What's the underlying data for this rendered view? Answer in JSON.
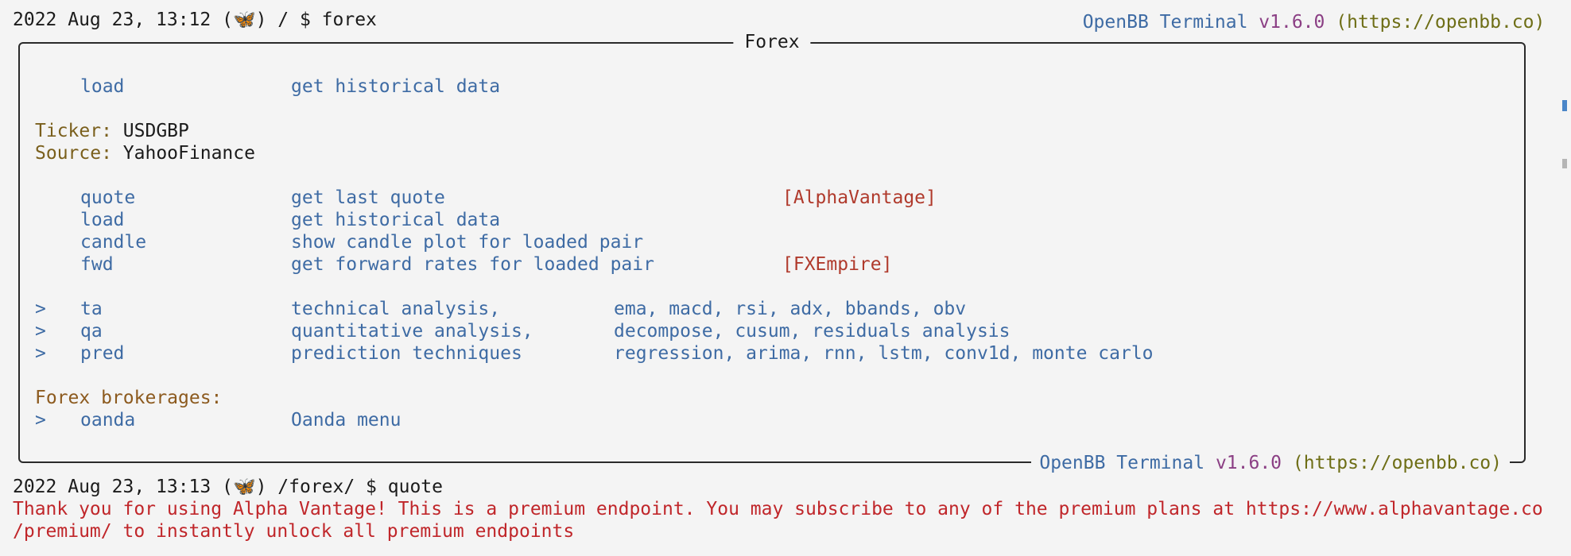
{
  "header_banner": {
    "product": "OpenBB",
    "terminal": "Terminal",
    "version": "v1.6.0",
    "url": "(https://openbb.co)"
  },
  "prompt1": {
    "text": "2022 Aug 23, 13:12 (🦋) / $ forex"
  },
  "panel": {
    "title": "Forex",
    "load_top": {
      "cmd": "load",
      "desc": "get historical data"
    },
    "ticker_label": "Ticker:",
    "ticker_value": "USDGBP",
    "source_label": "Source:",
    "source_value": "YahooFinance",
    "commands": [
      {
        "cmd": "quote",
        "desc": "get last quote",
        "source": "[AlphaVantage]"
      },
      {
        "cmd": "load",
        "desc": "get historical data",
        "source": ""
      },
      {
        "cmd": "candle",
        "desc": "show candle plot for loaded pair",
        "source": ""
      },
      {
        "cmd": "fwd",
        "desc": "get forward rates for loaded pair",
        "source": "[FXEmpire]"
      }
    ],
    "menus": [
      {
        "arrow": ">",
        "cmd": "ta",
        "desc": "technical analysis,",
        "extra": "ema, macd, rsi, adx, bbands, obv"
      },
      {
        "arrow": ">",
        "cmd": "qa",
        "desc": "quantitative analysis,",
        "extra": "decompose, cusum, residuals analysis"
      },
      {
        "arrow": ">",
        "cmd": "pred",
        "desc": "prediction techniques",
        "extra": "regression, arima, rnn, lstm, conv1d, monte carlo"
      }
    ],
    "brokerages_label": "Forex brokerages:",
    "brokerage": {
      "arrow": ">",
      "cmd": "oanda",
      "desc": "Oanda menu"
    },
    "footer": {
      "product": "OpenBB",
      "terminal": "Terminal",
      "version": "v1.6.0",
      "url": "(https://openbb.co)"
    }
  },
  "prompt2": {
    "text": "2022 Aug 23, 13:13 (🦋) /forex/ $ quote"
  },
  "error": {
    "line1": "Thank you for using Alpha Vantage! This is a premium endpoint. You may subscribe to any of the premium plans at https://www.alphavantage.co",
    "line2": "/premium/ to instantly unlock all premium endpoints"
  },
  "colors": {
    "background": "#f4f4f4",
    "command": "#3e6ba4",
    "source_tag": "#b03a2c",
    "label": "#7a5f1c",
    "version": "#8b3f84",
    "url": "#6e6e16",
    "error": "#c0262a"
  }
}
